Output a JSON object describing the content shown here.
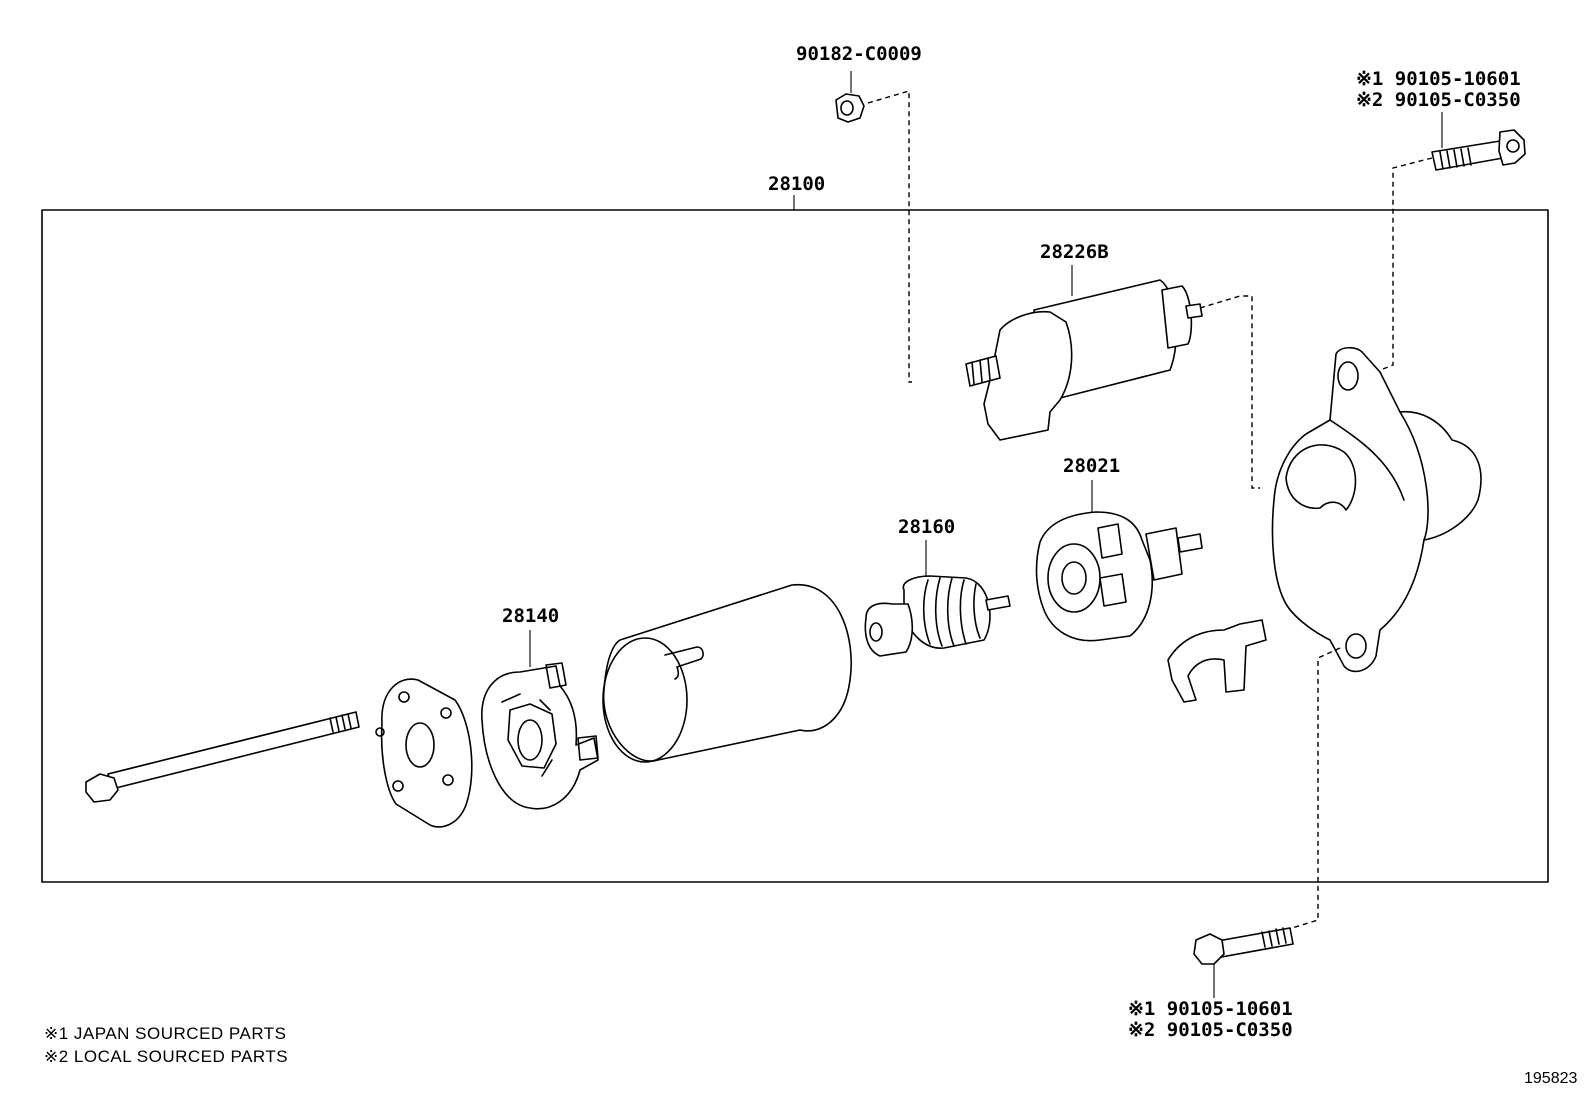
{
  "labels": {
    "nut": "90182-C0009",
    "bolt_top_1": "※1  90105-10601",
    "bolt_top_2": "※2  90105-C0350",
    "assembly": "28100",
    "solenoid": "28226B",
    "drive": "28021",
    "armature": "28160",
    "brush_holder": "28140",
    "bolt_bottom_1": "※1  90105-10601",
    "bolt_bottom_2": "※2  90105-C0350"
  },
  "notes": {
    "note_1": "※1  JAPAN SOURCED PARTS",
    "note_2": "※2  LOCAL SOURCED PARTS"
  },
  "reference": "195823"
}
